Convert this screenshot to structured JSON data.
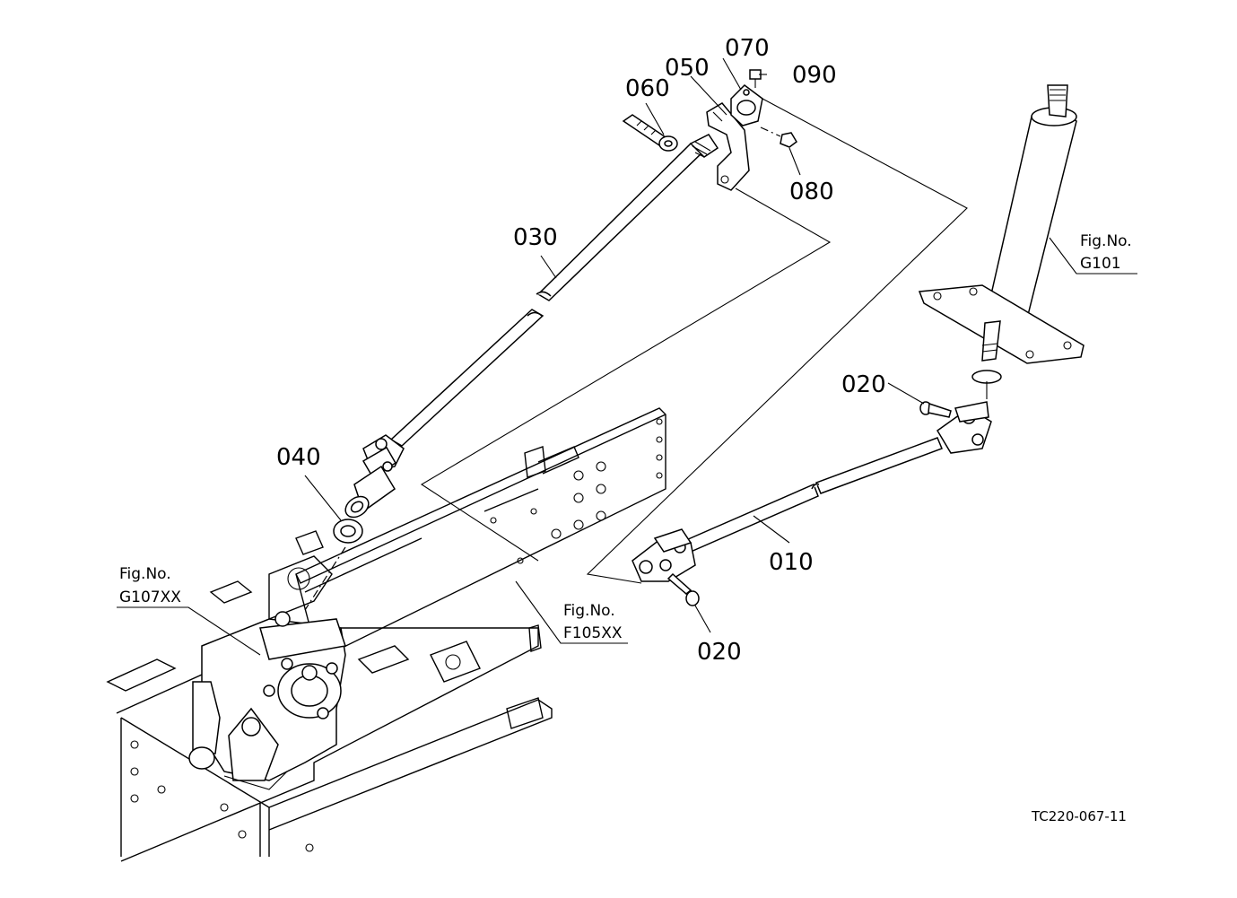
{
  "callouts": {
    "p010": "010",
    "p020_top": "020",
    "p020_bottom": "020",
    "p030": "030",
    "p040": "040",
    "p050": "050",
    "p060": "060",
    "p070": "070",
    "p080": "080",
    "p090": "090"
  },
  "references": {
    "g101": {
      "line1": "Fig.No.",
      "line2": "G101"
    },
    "g107xx": {
      "line1": "Fig.No.",
      "line2": "G107XX"
    },
    "f105xx": {
      "line1": "Fig.No.",
      "line2": "F105XX"
    }
  },
  "drawing_code": "TC220-067-11"
}
